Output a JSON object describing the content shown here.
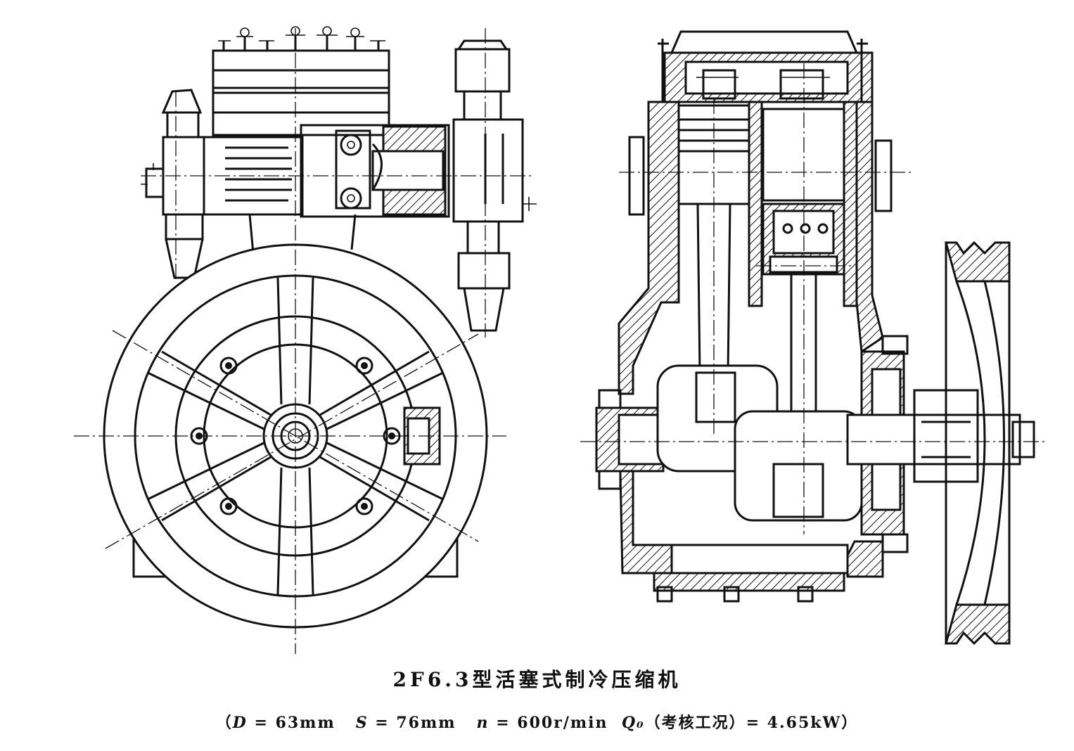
{
  "caption": {
    "title": "2F6.3型活塞式制冷压缩机",
    "params": {
      "open_paren": "（",
      "d_sym": "D",
      "d_val": " = 63mm",
      "s_sym": "S",
      "s_val": " = 76mm",
      "n_sym": "n",
      "n_val": " = 600r/min",
      "q_sym": "Q₀",
      "q_val": "（考核工况）= 4.65kW）"
    }
  }
}
